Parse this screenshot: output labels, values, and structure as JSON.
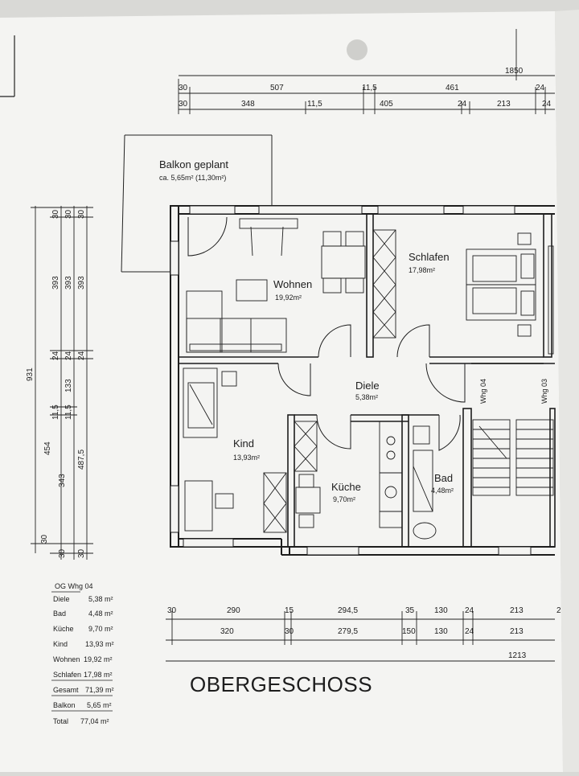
{
  "title": "OBERGESCHOSS",
  "balcony": {
    "label": "Balkon geplant",
    "area": "ca. 5,65m² (11,30m²)"
  },
  "rooms": {
    "wohnen": {
      "name": "Wohnen",
      "area": "19,92m²"
    },
    "schlafen": {
      "name": "Schlafen",
      "area": "17,98m²"
    },
    "diele": {
      "name": "Diele",
      "area": "5,38m²"
    },
    "kind": {
      "name": "Kind",
      "area": "13,93m²"
    },
    "kueche": {
      "name": "Küche",
      "area": "9,70m²"
    },
    "bad": {
      "name": "Bad",
      "area": "4,48m²"
    }
  },
  "stair_labels": [
    "Whg 04",
    "Whg 03"
  ],
  "dimensions": {
    "top_total": "1850",
    "top_row1": [
      "30",
      "507",
      "11,5",
      "461",
      "24"
    ],
    "top_row2": [
      "30",
      "348",
      "11,5",
      "405",
      "24",
      "213",
      "24"
    ],
    "left_total": "931",
    "left_col1": [
      "30",
      "393",
      "24",
      "11,5",
      "454",
      "343",
      "30"
    ],
    "left_col2": [
      "30",
      "393",
      "24",
      "133",
      "11,5",
      "30"
    ],
    "left_col3": [
      "30",
      "393",
      "24",
      "487,5",
      "30"
    ],
    "bottom_row1": [
      "30",
      "290",
      "15",
      "294,5",
      "35",
      "130",
      "24",
      "213",
      "2"
    ],
    "bottom_row2": [
      "320",
      "30",
      "279,5",
      "150",
      "130",
      "24",
      "213"
    ],
    "bottom_total": "1213"
  },
  "area_table": {
    "header": "OG Whg 04",
    "rows": [
      {
        "name": "Diele",
        "value": "5,38 m²"
      },
      {
        "name": "Bad",
        "value": "4,48 m²"
      },
      {
        "name": "Küche",
        "value": "9,70 m²"
      },
      {
        "name": "Kind",
        "value": "13,93 m²"
      },
      {
        "name": "Wohnen",
        "value": "19,92 m²"
      },
      {
        "name": "Schlafen",
        "value": "17,98 m²"
      },
      {
        "name": "Gesamt",
        "value": "71,39 m²"
      },
      {
        "name": "Balkon",
        "value": "5,65 m²"
      },
      {
        "name": "Total",
        "value": "77,04 m²"
      }
    ]
  },
  "colors": {
    "paper": "#f4f4f2",
    "line": "#1d1d1d",
    "background": "#d9d9d6"
  }
}
